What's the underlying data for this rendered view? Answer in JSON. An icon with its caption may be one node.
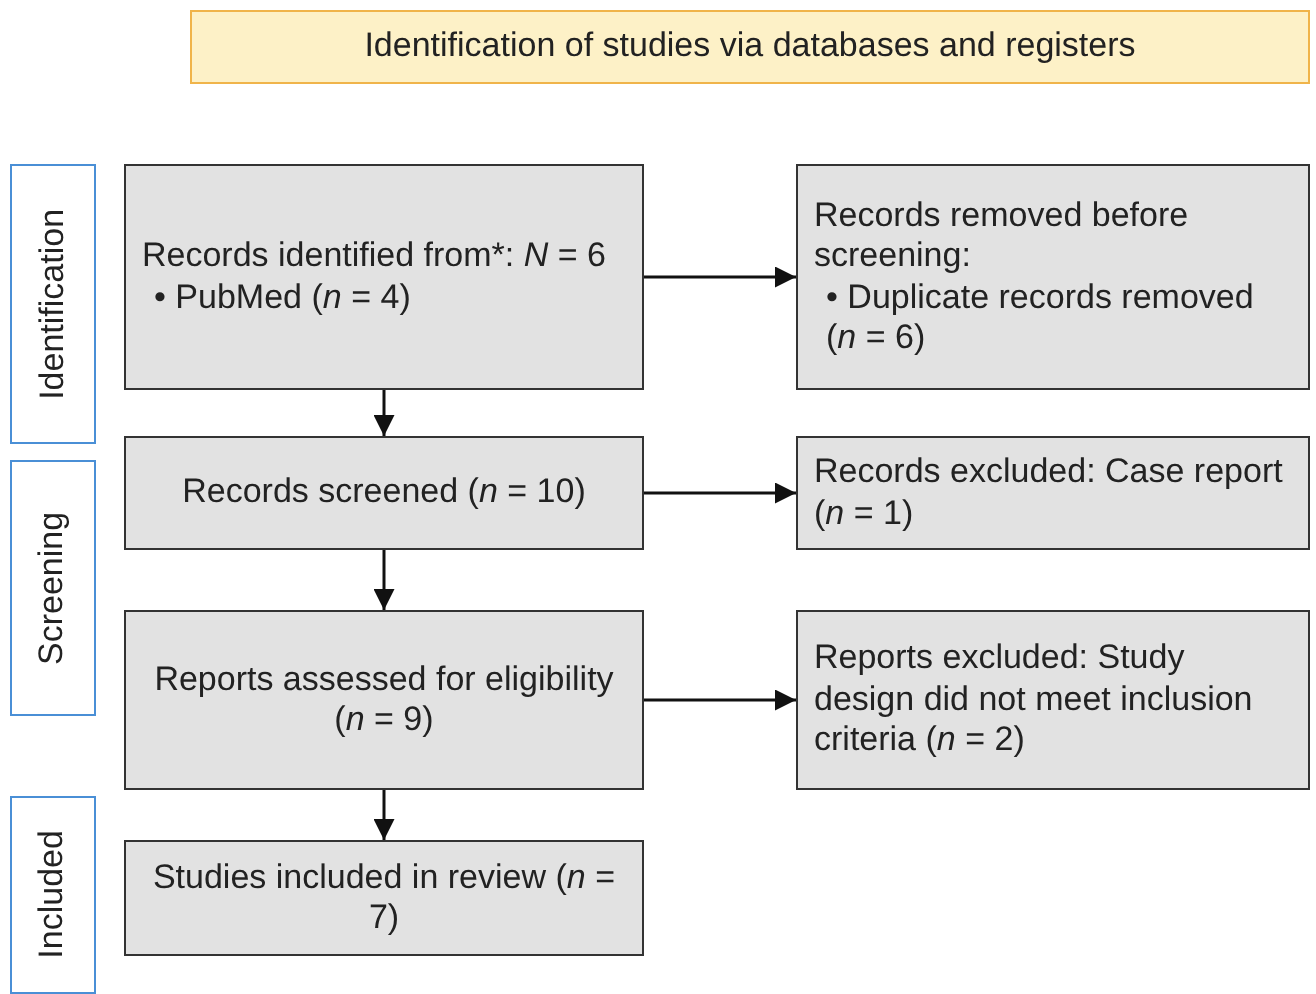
{
  "diagram": {
    "nodes": [
      {
        "text": [
          "Identification of studies via databases and registers"
        ]
      },
      {
        "text": [
          "Identification"
        ]
      },
      {
        "text": [
          "Records identified from*: *N* = 6",
          "• PubMed (*n* = 4)"
        ]
      },
      {
        "text": [
          "Records removed before screening:",
          "• Duplicate records removed (*n* = 6)"
        ]
      },
      {
        "text": [
          "Screening"
        ]
      },
      {
        "text": [
          "Records screened (*n* = 10)"
        ]
      },
      {
        "text": [
          "Records excluded: Case report (*n* = 1)"
        ]
      },
      {
        "text": [
          "Reports assessed for eligibility (*n* = 9)"
        ]
      },
      {
        "text": [
          "Reports excluded: Study design did not meet inclusion criteria (*n* = 2)"
        ]
      },
      {
        "text": [
          "Included"
        ]
      },
      {
        "text": [
          "Studies included in review (*n* = 7)"
        ]
      }
    ],
    "edges": [
      {
        "from": 2,
        "to": 3,
        "arrow": "to"
      },
      {
        "from": 2,
        "to": 5,
        "arrow": "to"
      },
      {
        "from": 5,
        "to": 6,
        "arrow": "to"
      },
      {
        "from": 5,
        "to": 7,
        "arrow": "to"
      },
      {
        "from": 7,
        "to": 8,
        "arrow": "to"
      },
      {
        "from": 7,
        "to": 10,
        "arrow": "to"
      }
    ]
  }
}
